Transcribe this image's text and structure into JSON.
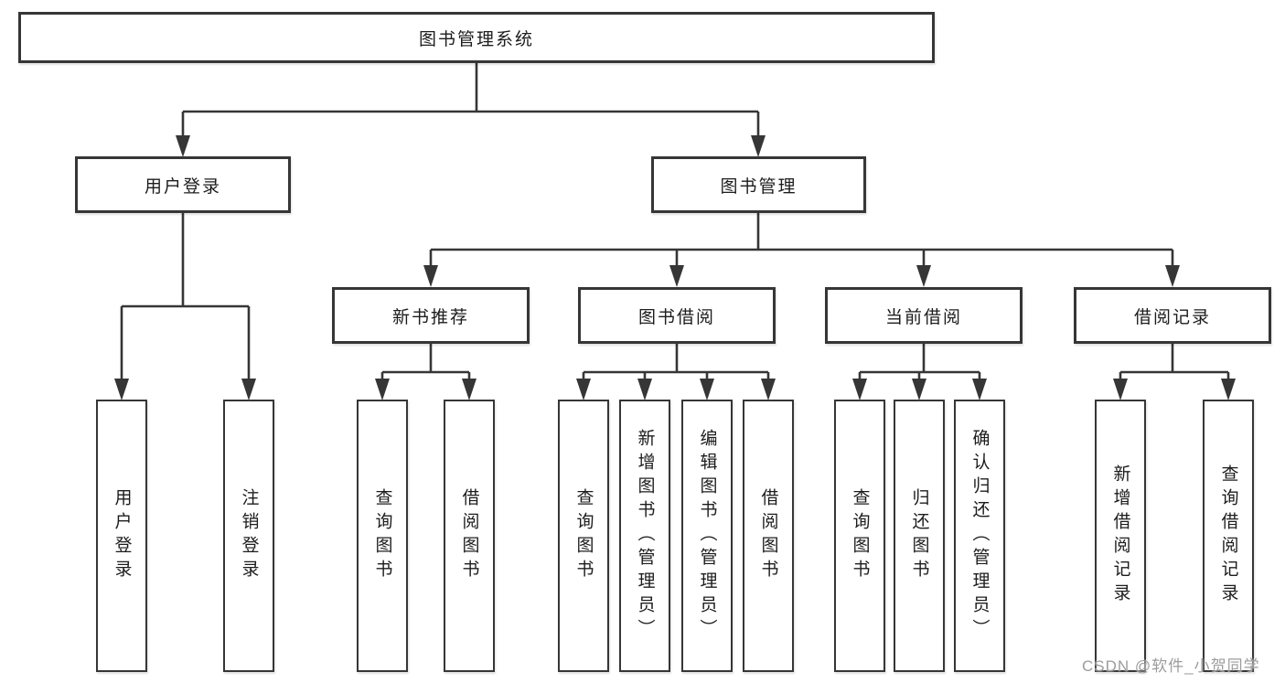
{
  "diagram": {
    "root": "图书管理系统",
    "user_branch": {
      "label": "用户登录",
      "children": [
        "用户登录",
        "注销登录"
      ]
    },
    "mgmt_branch": {
      "label": "图书管理",
      "groups": [
        {
          "label": "新书推荐",
          "children": [
            "查询图书",
            "借阅图书"
          ]
        },
        {
          "label": "图书借阅",
          "children": [
            "查询图书",
            "新增图书（管理员）",
            "编辑图书（管理员）",
            "借阅图书"
          ]
        },
        {
          "label": "当前借阅",
          "children": [
            "查询图书",
            "归还图书",
            "确认归还（管理员）"
          ]
        },
        {
          "label": "借阅记录",
          "children": [
            "新增借阅记录",
            "查询借阅记录"
          ]
        }
      ]
    }
  },
  "watermark": "CSDN @软件_小贺同学",
  "colors": {
    "line": "#363636",
    "text": "#1c1c1c",
    "watermark": "#9c9c9c",
    "background": "#ffffff"
  }
}
